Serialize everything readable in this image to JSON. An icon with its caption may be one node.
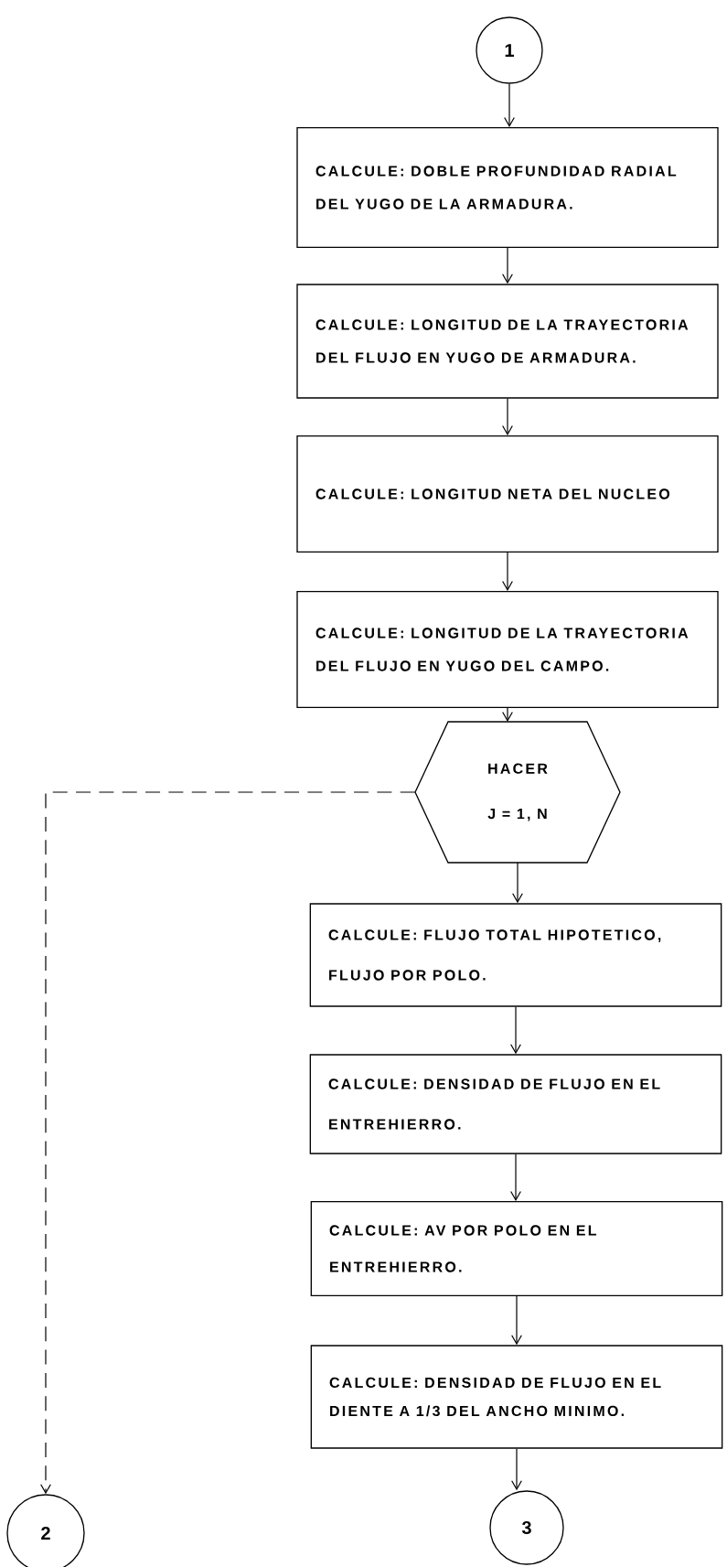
{
  "diagram": {
    "nodes": [
      {
        "text": [
          "1"
        ]
      },
      {
        "text": [
          "CALCULE: DOBLE PROFUNDIDAD RADIAL DEL YUGO DE LA ARMADURA."
        ]
      },
      {
        "text": [
          "CALCULE: LONGITUD DE LA TRAYECTORIA DEL FLUJO EN YUGO DE ARMADURA."
        ]
      },
      {
        "text": [
          "CALCULE: LONGITUD NETA DEL NUCLEO"
        ]
      },
      {
        "text": [
          "CALCULE: LONGITUD DE LA TRAYECTORIA DEL FLUJO EN YUGO DEL CAMPO."
        ]
      },
      {
        "text": [
          "HACER",
          "J = 1, N"
        ]
      },
      {
        "text": [
          "CALCULE: FLUJO TOTAL HIPOTETICO, FLUJO POR POLO."
        ]
      },
      {
        "text": [
          "CALCULE: DENSIDAD DE FLUJO EN EL ENTREHIERRO."
        ]
      },
      {
        "text": [
          "CALCULE: AV POR POLO EN EL ENTREHIERRO."
        ]
      },
      {
        "text": [
          "CALCULE: DENSIDAD DE FLUJO EN EL DIENTE A 1/3 DEL ANCHO MINIMO."
        ]
      },
      {
        "text": [
          "2"
        ]
      },
      {
        "text": [
          "3"
        ]
      }
    ],
    "edges": [
      {
        "from": 0,
        "to": 1,
        "arrow": "to"
      },
      {
        "from": 1,
        "to": 2,
        "arrow": "to"
      },
      {
        "from": 2,
        "to": 3,
        "arrow": "to"
      },
      {
        "from": 3,
        "to": 4,
        "arrow": "to"
      },
      {
        "from": 4,
        "to": 5,
        "arrow": "to"
      },
      {
        "from": 5,
        "to": 6,
        "arrow": "to"
      },
      {
        "from": 6,
        "to": 7,
        "arrow": "to"
      },
      {
        "from": 7,
        "to": 8,
        "arrow": "to"
      },
      {
        "from": 8,
        "to": 9,
        "arrow": "to"
      },
      {
        "from": 9,
        "to": 11,
        "arrow": "to"
      },
      {
        "from": 5,
        "to": 10,
        "arrow": "to",
        "style": "dashed"
      }
    ]
  }
}
